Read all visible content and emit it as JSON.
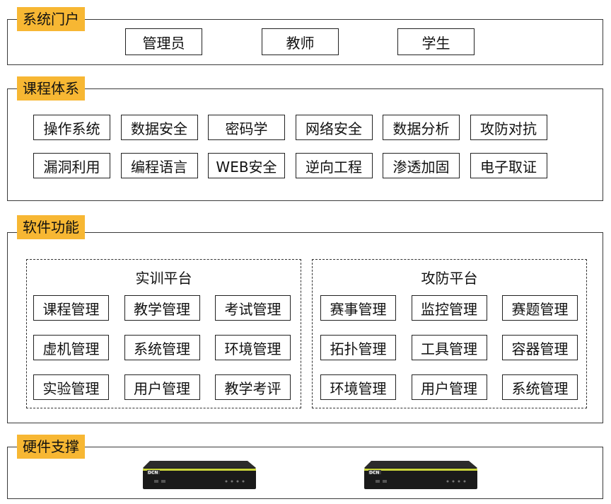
{
  "portal": {
    "title": "系统门户",
    "items": [
      "管理员",
      "教师",
      "学生"
    ]
  },
  "courses": {
    "title": "课程体系",
    "row1": [
      "操作系统",
      "数据安全",
      "密码学",
      "网络安全",
      "数据分析",
      "攻防对抗"
    ],
    "row2": [
      "漏洞利用",
      "编程语言",
      "WEB安全",
      "逆向工程",
      "渗透加固",
      "电子取证"
    ]
  },
  "software": {
    "title": "软件功能",
    "training": {
      "title": "实训平台",
      "items": [
        "课程管理",
        "教学管理",
        "考试管理",
        "虚机管理",
        "系统管理",
        "环境管理",
        "实验管理",
        "用户管理",
        "教学考评"
      ]
    },
    "attack": {
      "title": "攻防平台",
      "items": [
        "赛事管理",
        "监控管理",
        "赛题管理",
        "拓扑管理",
        "工具管理",
        "容器管理",
        "环境管理",
        "用户管理",
        "系统管理"
      ]
    }
  },
  "hardware": {
    "title": "硬件支撑",
    "servers": [
      {
        "brand": "DCN",
        "image": "rack-server-image"
      },
      {
        "brand": "DCN",
        "image": "rack-server-image"
      }
    ]
  },
  "colors": {
    "accent": "#f7b733",
    "border": "#222222"
  }
}
